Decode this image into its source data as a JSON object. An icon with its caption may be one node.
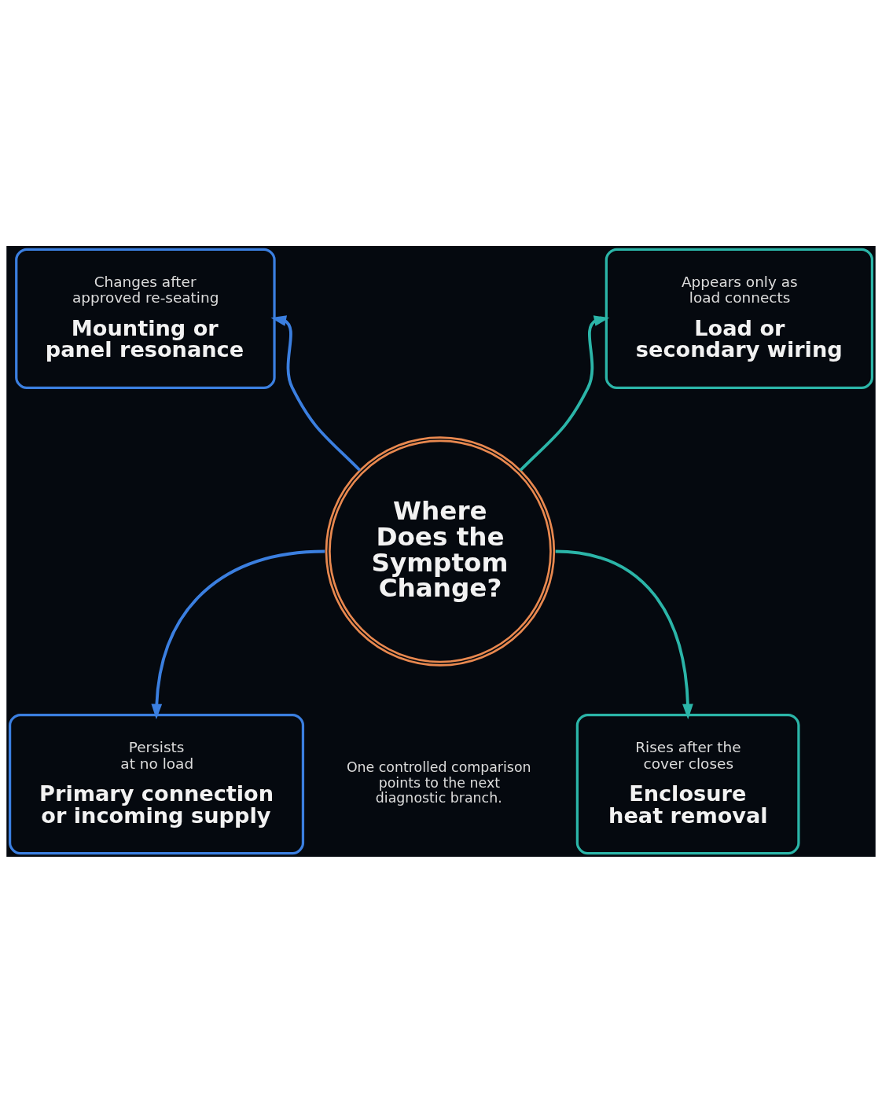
{
  "diagram": {
    "nodes": [
      {
        "text": [
          "Where Does the Symptom Change?"
        ]
      },
      {
        "text": [
          "Changes after approved re-seating",
          "Mounting or panel resonance"
        ]
      },
      {
        "text": [
          "Appears only as load connects",
          "Load or secondary wiring"
        ]
      },
      {
        "text": [
          "Persists at no load",
          "Primary connection or incoming supply"
        ]
      },
      {
        "text": [
          "Rises after the cover closes",
          "Enclosure heat removal"
        ]
      }
    ],
    "edges": [
      {
        "from": 0,
        "to": 1,
        "arrow": "to",
        "color": "#3b7fe0"
      },
      {
        "from": 0,
        "to": 2,
        "arrow": "to",
        "color": "#2bb5a8"
      },
      {
        "from": 0,
        "to": 3,
        "arrow": "to",
        "color": "#3b7fe0"
      },
      {
        "from": 0,
        "to": 4,
        "arrow": "to",
        "color": "#2bb5a8"
      }
    ],
    "labels": [
      "One controlled comparison points to the next diagnostic branch."
    ]
  }
}
